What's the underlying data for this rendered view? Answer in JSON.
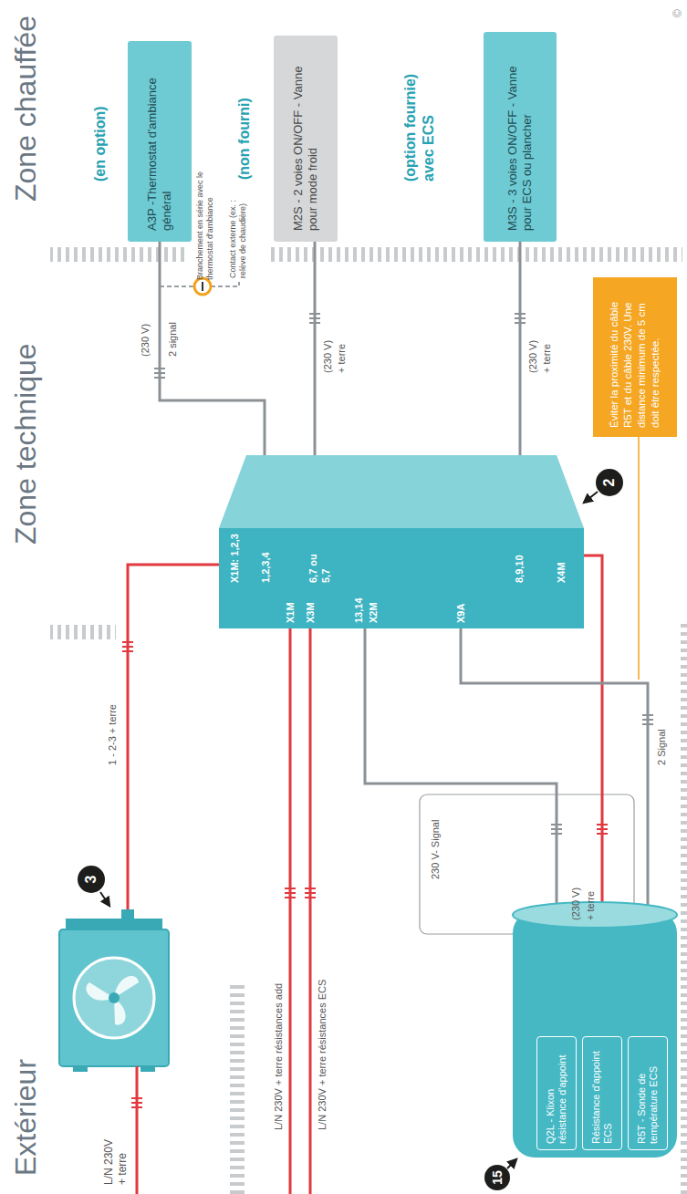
{
  "diagram": {
    "nodes": [
      {
        "text": [
          "A3P -Thermostat d'ambiance général"
        ]
      },
      {
        "text": [
          "M2S - 2 voies ON/OFF - Vanne pour mode froid"
        ]
      },
      {
        "text": [
          "M3S - 3 voies ON/OFF - Vanne pour ECS ou plancher"
        ]
      },
      {
        "text": [
          "X1M: 1,2,3",
          "1,2,3,4",
          "6,7 ou 5,7",
          "8,9,10",
          "X4M",
          "X1M",
          "X3M",
          "13,14",
          "X2M",
          "X9A"
        ]
      },
      {
        "text": []
      },
      {
        "text": [
          "Q2L - Klixon résistance d'appoint"
        ],
        "in": 4
      },
      {
        "text": [
          "Résistance d'appoint ECS"
        ],
        "in": 4
      },
      {
        "text": [
          "R5T - Sonde de température ECS"
        ],
        "in": 4
      },
      {
        "text": [
          "Éviter la proximité du câble R5T et du câble 230V. Une distance minimum de 5 cm doit être respectée."
        ]
      }
    ],
    "edges": [
      {
        "from": 3,
        "to": 0,
        "arrow": "none",
        "label": "(230 V)"
      },
      {
        "from": 3,
        "to": 1,
        "arrow": "none",
        "label": "(230 V)"
      },
      {
        "from": 3,
        "to": 2,
        "arrow": "none",
        "label": "(230 V)"
      },
      {
        "from": 3,
        "to": 5,
        "arrow": "none",
        "label": "230 V- Signal"
      },
      {
        "from": 3,
        "to": 6,
        "arrow": "none",
        "label": "(230 V)"
      },
      {
        "from": 3,
        "to": 7,
        "arrow": "none",
        "label": "2 Signal"
      }
    ],
    "labels": [
      "Extérieur",
      "Zone technique",
      "Zone chauffée",
      "(en option)",
      "Branchement en série avec le thermostat d'ambiance",
      "Contact externe (ex. : relève de chaudière)",
      "(non fourni)",
      "(option fournie) avec ECS",
      "2 signal",
      "+ terre",
      "+ terre",
      "1 - 2-3 + terre",
      "L/N 230V + terre",
      "L/N 230V + terre résistances add",
      "L/N 230V + terre résistances ECS",
      "+ terre",
      "3",
      "2",
      "15",
      "©"
    ]
  }
}
